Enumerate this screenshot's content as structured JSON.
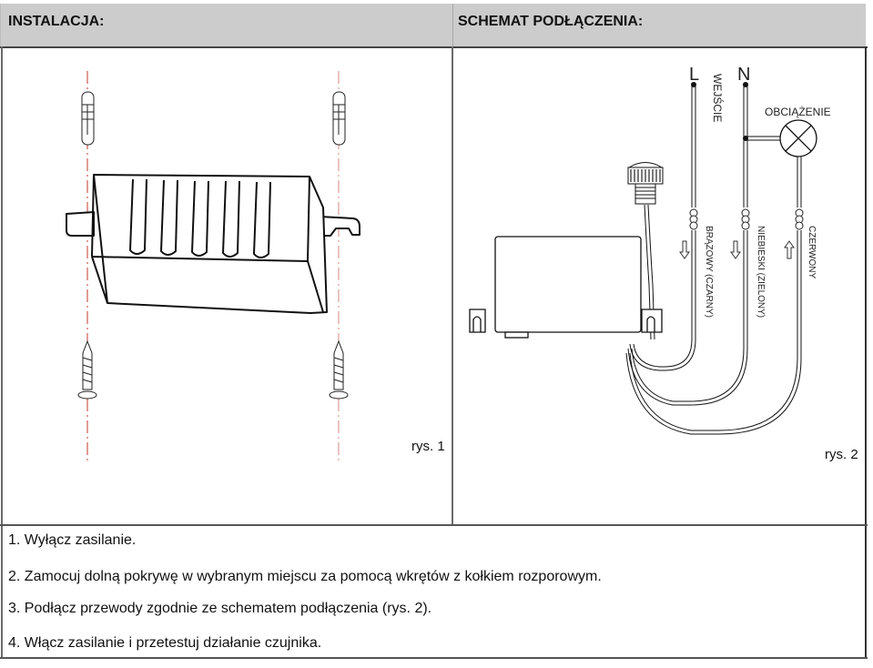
{
  "headers": {
    "installation": "INSTALACJA:",
    "wiring_diagram": "SCHEMAT PODŁĄCZENIA:"
  },
  "figures": {
    "fig1_label": "rys. 1",
    "fig2_label": "rys. 2"
  },
  "wiring": {
    "terminal_L": "L",
    "terminal_N": "N",
    "input_label": "WEJŚCIE",
    "load_label": "OBCIĄŻENIE",
    "wire_brown": "BRĄZOWY (CZARNY)",
    "wire_blue": "NIEBIESKI (ZIELONY)",
    "wire_red": "CZERWONY"
  },
  "steps": [
    "1. Wyłącz zasilanie.",
    "2. Zamocuj dolną pokrywę w wybranym miejscu za pomocą wkrętów z kołkiem rozporowym.",
    "3. Podłącz przewody zgodnie ze schematem podłączenia (rys. 2).",
    "4. Włącz zasilanie i przetestuj działanie czujnika."
  ],
  "colors": {
    "header_bg": "#cccccc",
    "guide_line": "#c0392b"
  }
}
